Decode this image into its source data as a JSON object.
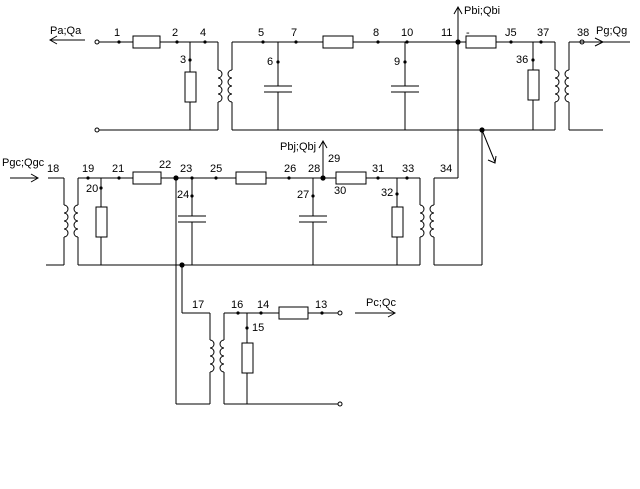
{
  "nodes": [
    "1",
    "2",
    "3",
    "4",
    "5",
    "6",
    "7",
    "8",
    "9",
    "10",
    "11",
    "-",
    "J5",
    "36",
    "37",
    "38",
    "18",
    "19",
    "20",
    "21",
    "22",
    "23",
    "24",
    "25",
    "26",
    "27",
    "28",
    "29",
    "30",
    "31",
    "32",
    "33",
    "34",
    "17",
    "16",
    "14",
    "13",
    "15"
  ],
  "flows": {
    "pa_qa": "Pa;Qa",
    "pbi_qbi": "Pbi;Qbi",
    "pg_qg": "Pg;Qg",
    "pgc_qgc": "Pgc;Qgc",
    "pbj_qbj": "Pbj;Qbj",
    "pc_qc": "Pc;Qc"
  }
}
